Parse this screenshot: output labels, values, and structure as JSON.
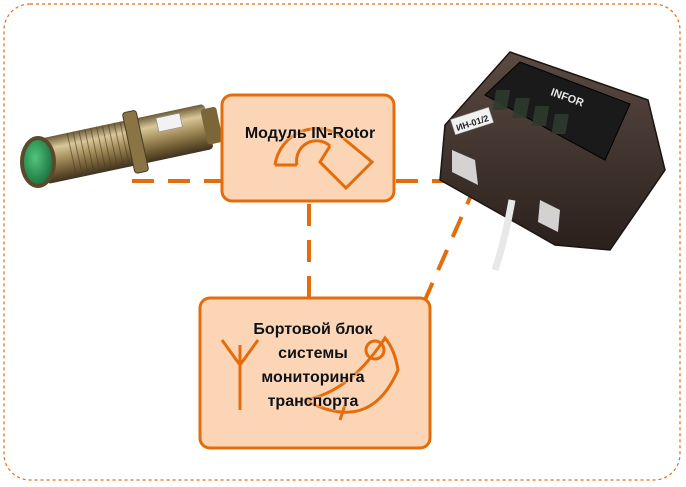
{
  "nodes": {
    "rotor_module": {
      "label": "Модуль IN-Rotor",
      "icon": "rotation-arrow-icon"
    },
    "onboard_unit": {
      "lines": [
        "Бортовой блок",
        "системы",
        "мониторинга",
        "транспорта"
      ],
      "icon": "satellite-dish-antenna-icon"
    },
    "indicator": {
      "brand": "INFOR",
      "model": "ИН-01/2"
    }
  },
  "colors": {
    "accent": "#E46C0A",
    "box_fill": "#FBD5B5",
    "frame": "#E46C0A",
    "sensor_face": "#2E9E5A",
    "device_body": "#3A2E29"
  }
}
